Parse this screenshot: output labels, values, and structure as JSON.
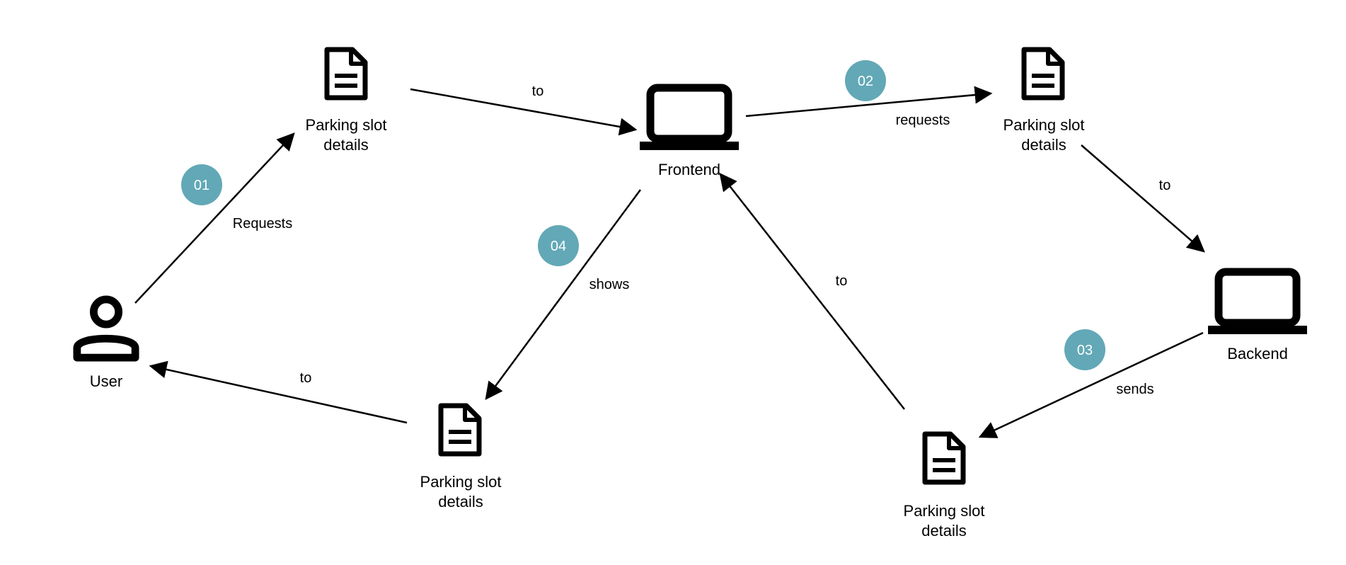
{
  "badge_color": "#62A8B6",
  "nodes": {
    "user": {
      "label": "User",
      "icon": "user-icon"
    },
    "doc1": {
      "label_line1": "Parking slot",
      "label_line2": "details",
      "icon": "document-icon"
    },
    "frontend": {
      "label": "Frontend",
      "icon": "laptop-icon"
    },
    "doc2": {
      "label_line1": "Parking slot",
      "label_line2": "details",
      "icon": "document-icon"
    },
    "backend": {
      "label": "Backend",
      "icon": "laptop-icon"
    },
    "doc3": {
      "label_line1": "Parking slot",
      "label_line2": "details",
      "icon": "document-icon"
    },
    "doc4": {
      "label_line1": "Parking slot",
      "label_line2": "details",
      "icon": "document-icon"
    }
  },
  "edges": {
    "user_doc1": "Requests",
    "doc1_frontend": "to",
    "frontend_doc2": "requests",
    "doc2_backend": "to",
    "backend_doc3": "sends",
    "doc3_frontend": "to",
    "frontend_doc4": "shows",
    "doc4_user": "to"
  },
  "steps": {
    "s1": "01",
    "s2": "02",
    "s3": "03",
    "s4": "04"
  }
}
